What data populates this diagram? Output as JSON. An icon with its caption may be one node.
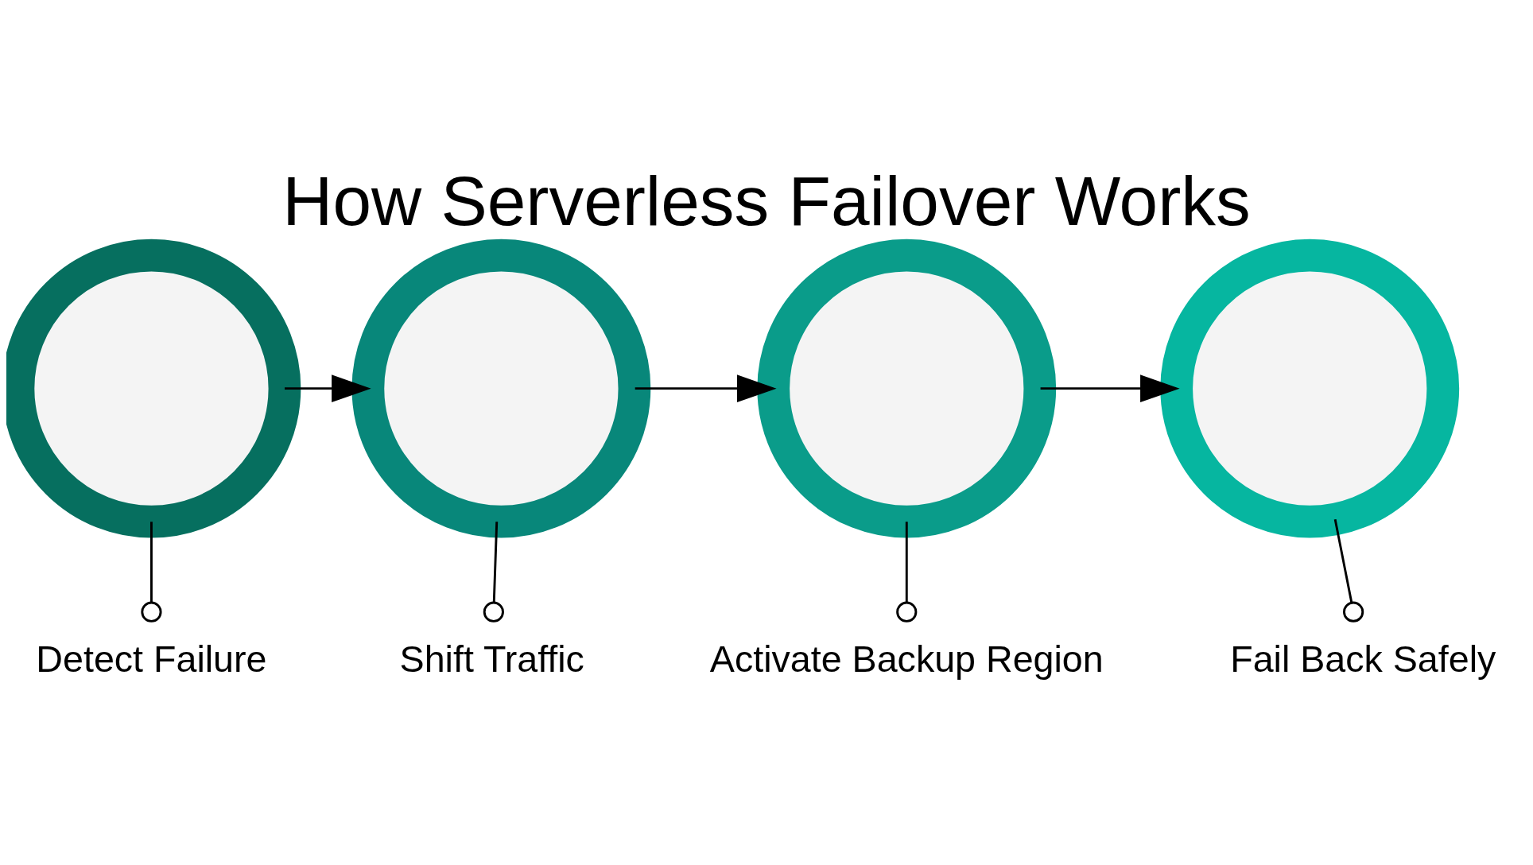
{
  "diagram": {
    "title": "How Serverless Failover Works",
    "nodes": [
      {
        "text": [],
        "shape": "circle"
      },
      {
        "text": [],
        "shape": "circle"
      },
      {
        "text": [],
        "shape": "circle"
      },
      {
        "text": [],
        "shape": "circle"
      },
      {
        "text": [
          "Detect Failure"
        ]
      },
      {
        "text": [
          "Shift Traffic"
        ]
      },
      {
        "text": [
          "Activate Backup Region"
        ]
      },
      {
        "text": [
          "Fail Back Safely"
        ]
      }
    ],
    "edges": [
      {
        "from": 0,
        "to": 1,
        "arrow": "to"
      },
      {
        "from": 1,
        "to": 2,
        "arrow": "to"
      },
      {
        "from": 2,
        "to": 3,
        "arrow": "to"
      },
      {
        "from": 0,
        "to": 4,
        "arrow": "other"
      },
      {
        "from": 1,
        "to": 5,
        "arrow": "other"
      },
      {
        "from": 2,
        "to": 6,
        "arrow": "other"
      },
      {
        "from": 3,
        "to": 7,
        "arrow": "other"
      }
    ]
  }
}
